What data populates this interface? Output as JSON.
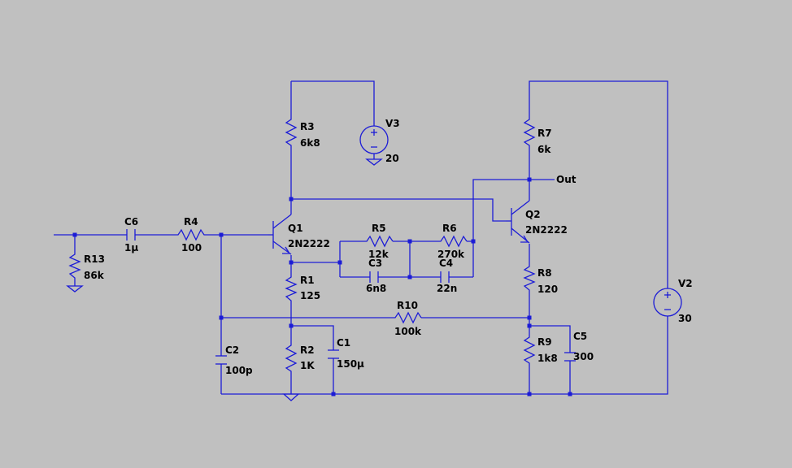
{
  "colors": {
    "background": "#c0c0c0",
    "wire": "#1c1cd6",
    "label": "#000000"
  },
  "components": {
    "r3": {
      "name": "R3",
      "value": "6k8"
    },
    "v3": {
      "name": "V3",
      "value": "20"
    },
    "r7": {
      "name": "R7",
      "value": "6k"
    },
    "out": {
      "name": "Out"
    },
    "c6": {
      "name": "C6",
      "value": "1µ"
    },
    "r4": {
      "name": "R4",
      "value": "100"
    },
    "r13": {
      "name": "R13",
      "value": "86k"
    },
    "q1": {
      "name": "Q1",
      "value": "2N2222"
    },
    "q2": {
      "name": "Q2",
      "value": "2N2222"
    },
    "r5": {
      "name": "R5",
      "value": "12k"
    },
    "r6": {
      "name": "R6",
      "value": "270k"
    },
    "c3": {
      "name": "C3",
      "value": "6n8"
    },
    "c4": {
      "name": "C4",
      "value": "22n"
    },
    "r1": {
      "name": "R1",
      "value": "125"
    },
    "r8": {
      "name": "R8",
      "value": "120"
    },
    "r10": {
      "name": "R10",
      "value": "100k"
    },
    "v2": {
      "name": "V2",
      "value": "30"
    },
    "c2": {
      "name": "C2",
      "value": "100p"
    },
    "r2": {
      "name": "R2",
      "value": "1K"
    },
    "c1": {
      "name": "C1",
      "value": "150µ"
    },
    "r9": {
      "name": "R9",
      "value": "1k8"
    },
    "c5": {
      "name": "C5",
      "value": "300"
    }
  }
}
